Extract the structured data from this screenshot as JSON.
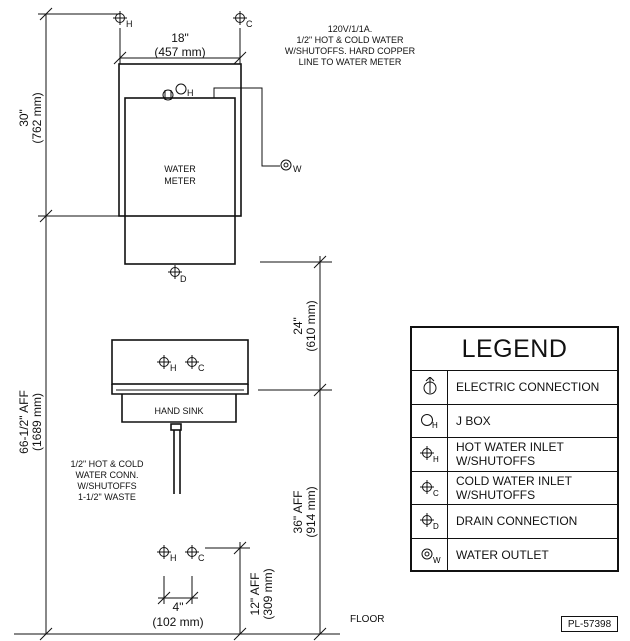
{
  "notes": {
    "power_note_line1": "120V/1/1A.",
    "power_note_line2": "1/2\" HOT & COLD WATER",
    "power_note_line3": "W/SHUTOFFS. HARD COPPER",
    "power_note_line4": "LINE TO WATER METER",
    "sink_note_line1": "1/2\" HOT & COLD",
    "sink_note_line2": "WATER CONN.",
    "sink_note_line3": "W/SHUTOFFS",
    "sink_note_line4": "1-1/2\" WASTE",
    "floor": "FLOOR",
    "drawing_id": "PL-57398"
  },
  "labels": {
    "water_meter_line1": "WATER",
    "water_meter_line2": "METER",
    "hand_sink": "HAND SINK"
  },
  "dimensions": {
    "width_in": "18\"",
    "width_mm": "(457 mm)",
    "height_in": "30\"",
    "height_mm": "(762 mm)",
    "gap_in": "24\"",
    "gap_mm": "(610 mm)",
    "total_in": "66-1/2\" AFF",
    "total_mm": "(1689 mm)",
    "sink_in": "36\" AFF",
    "sink_mm": "(914 mm)",
    "low_in": "12\" AFF",
    "low_mm": "(309 mm)",
    "spacing_in": "4\"",
    "spacing_mm": "(102 mm)"
  },
  "symbol_subscripts": {
    "hot": "H",
    "cold": "C",
    "drain": "D",
    "water": "W"
  },
  "legend": {
    "title": "LEGEND",
    "rows": [
      {
        "icon": "electric-connection-icon",
        "text": "ELECTRIC CONNECTION"
      },
      {
        "icon": "j-box-icon",
        "text": "J BOX"
      },
      {
        "icon": "hot-water-inlet-icon",
        "text": "HOT WATER INLET\nW/SHUTOFFS"
      },
      {
        "icon": "cold-water-inlet-icon",
        "text": "COLD WATER INLET\nW/SHUTOFFS"
      },
      {
        "icon": "drain-connection-icon",
        "text": "DRAIN  CONNECTION"
      },
      {
        "icon": "water-outlet-icon",
        "text": "WATER OUTLET"
      }
    ]
  }
}
